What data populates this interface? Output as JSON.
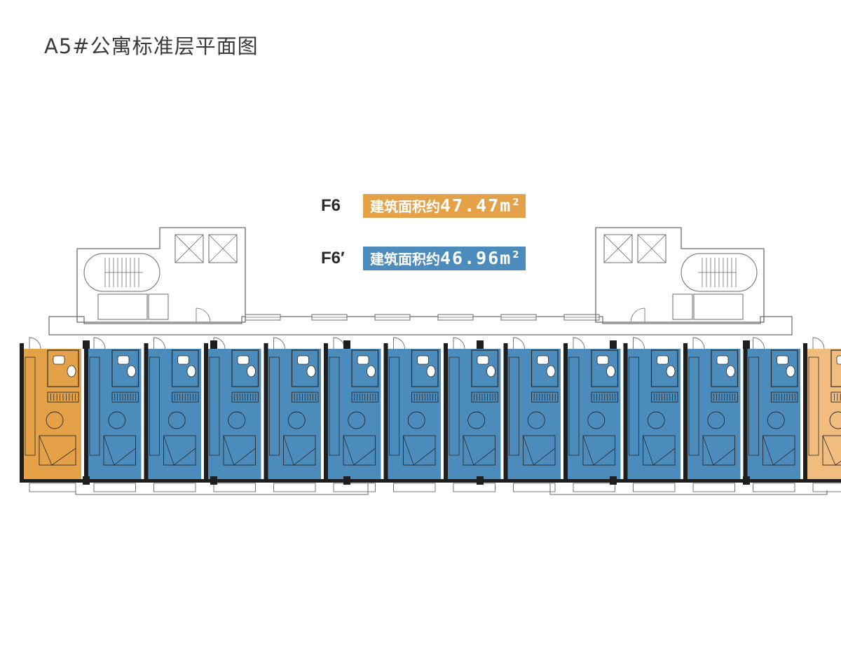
{
  "title": "A5#公寓标准层平面图",
  "legend": [
    {
      "code": "F6",
      "label": "建筑面积约",
      "value": "47.47",
      "unit": "m",
      "unit_sup": "2",
      "color": "#e4a148"
    },
    {
      "code": "F6′",
      "label": "建筑面积约",
      "value": "46.96",
      "unit": "m",
      "unit_sup": "2",
      "color": "#4c8cbd"
    }
  ],
  "colors": {
    "f6": "#e4a148",
    "f6_light": "#f0bd7e",
    "f6_prime": "#4c8cbd",
    "wall": "#1e1e1e",
    "line": "#6a6a6a"
  },
  "units": [
    {
      "type": "F6",
      "shade": "f6"
    },
    {
      "type": "F6′",
      "shade": "f6_prime"
    },
    {
      "type": "F6′",
      "shade": "f6_prime"
    },
    {
      "type": "F6′",
      "shade": "f6_prime"
    },
    {
      "type": "F6′",
      "shade": "f6_prime"
    },
    {
      "type": "F6′",
      "shade": "f6_prime"
    },
    {
      "type": "F6′",
      "shade": "f6_prime"
    },
    {
      "type": "F6′",
      "shade": "f6_prime"
    },
    {
      "type": "F6′",
      "shade": "f6_prime"
    },
    {
      "type": "F6′",
      "shade": "f6_prime"
    },
    {
      "type": "F6′",
      "shade": "f6_prime"
    },
    {
      "type": "F6′",
      "shade": "f6_prime"
    },
    {
      "type": "F6′",
      "shade": "f6_prime"
    },
    {
      "type": "F6",
      "shade": "f6_light"
    }
  ]
}
